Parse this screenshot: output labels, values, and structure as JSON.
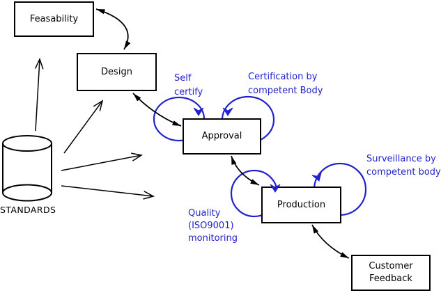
{
  "diagram": {
    "nodes": {
      "feasability": {
        "label": "Feasability"
      },
      "design": {
        "label": "Design"
      },
      "approval": {
        "label": "Approval"
      },
      "production": {
        "label": "Production"
      },
      "customer_feedback": {
        "line1": "Customer",
        "line2": "Feedback"
      },
      "standards": {
        "label": "STANDARDS",
        "shape": "cylinder"
      }
    },
    "annotations": {
      "self_certify": {
        "line1": "Self",
        "line2": "certify"
      },
      "certification": {
        "line1": "Certification by",
        "line2": "competent Body"
      },
      "surveillance": {
        "line1": "Surveillance by",
        "line2": "competent body"
      },
      "quality": {
        "line1": "Quality",
        "line2": "(ISO9001)",
        "line3": "monitoring"
      }
    },
    "edges": [
      {
        "from": "feasability",
        "to": "design",
        "type": "bidirectional"
      },
      {
        "from": "design",
        "to": "approval",
        "type": "bidirectional"
      },
      {
        "from": "approval",
        "to": "production",
        "type": "bidirectional"
      },
      {
        "from": "production",
        "to": "customer_feedback",
        "type": "bidirectional"
      },
      {
        "from": "standards",
        "to": "feasability",
        "type": "arrow"
      },
      {
        "from": "standards",
        "to": "design",
        "type": "arrow"
      },
      {
        "from": "standards",
        "to": "approval",
        "type": "arrow"
      },
      {
        "from": "standards",
        "to": "production",
        "type": "arrow"
      },
      {
        "from": "approval",
        "to": "approval",
        "type": "self-loop",
        "label": "Self certify"
      },
      {
        "from": "approval",
        "to": "approval",
        "type": "self-loop",
        "label": "Certification by competent Body"
      },
      {
        "from": "production",
        "to": "production",
        "type": "self-loop",
        "label": "Quality (ISO9001) monitoring"
      },
      {
        "from": "production",
        "to": "production",
        "type": "self-loop",
        "label": "Surveillance by competent body"
      }
    ],
    "colors": {
      "line": "#000000",
      "loop_blue": "#2222cc",
      "background": "#ffffff"
    }
  }
}
